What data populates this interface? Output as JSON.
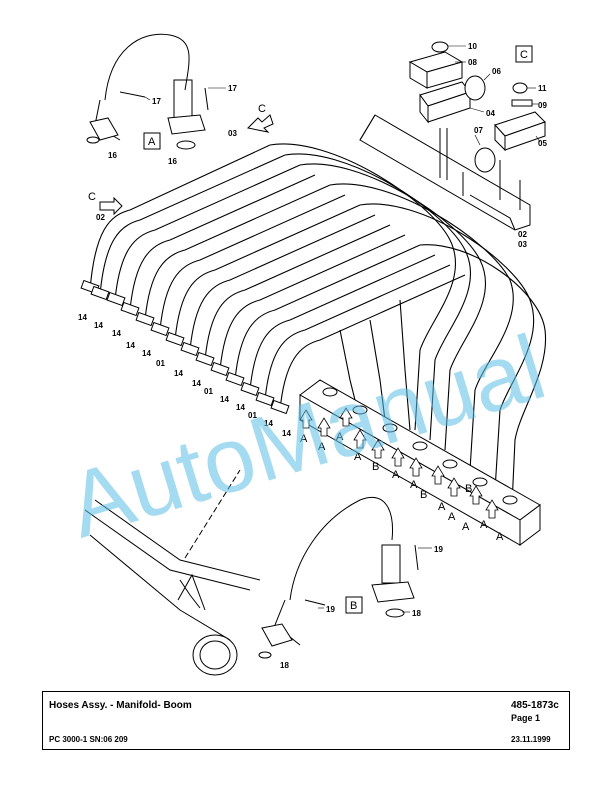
{
  "watermark": "AutoManual",
  "detail_boxes": {
    "a": "A",
    "b": "B",
    "c": "C"
  },
  "view_arrows": {
    "c": "C",
    "a": "A",
    "b": "B"
  },
  "callouts": {
    "p01": "01",
    "p02": "02",
    "p03": "03",
    "p04": "04",
    "p05": "05",
    "p06": "06",
    "p07": "07",
    "p08": "08",
    "p09": "09",
    "p10": "10",
    "p11": "11",
    "p14": "14",
    "p16": "16",
    "p17": "17",
    "p18": "18",
    "p19": "19"
  },
  "title_block": {
    "title": "Hoses Assy. - Manifold- Boom",
    "drawing_number": "485-1873c",
    "page": "Page 1",
    "model": "PC 3000-1 SN:06 209",
    "date": "23.11.1999"
  },
  "colors": {
    "line": "#000000",
    "watermark": "#5bbfe6"
  }
}
